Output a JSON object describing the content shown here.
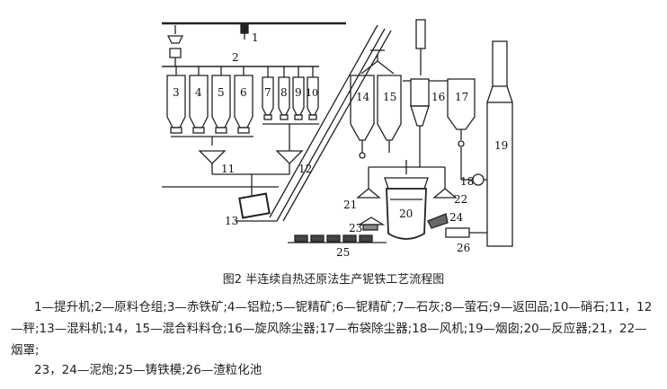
{
  "figure": {
    "caption": "图2 半连续自热还原法生产铌铁工艺流程图",
    "labels": [
      "1",
      "2",
      "3",
      "4",
      "5",
      "6",
      "7",
      "8",
      "9",
      "10",
      "11",
      "12",
      "13",
      "14",
      "15",
      "16",
      "17",
      "18",
      "19",
      "20",
      "21",
      "22",
      "23",
      "24",
      "25",
      "26"
    ]
  },
  "legend": {
    "line1": "1—提升机;2—原料仓组;3—赤铁矿;4—铝粒;5—铌精矿;6—铌精矿;7—石灰;8—萤石;9—返回品;10—硝石;11，12—秤;13—混料机;14，15—混合料料仓;16—旋风除尘器;17—布袋除尘器;18—风机;19—烟囱;20—反应器;21，22—烟罩;",
    "line2": "23，24—泥炮;25—铸铁模;26—渣粒化池"
  }
}
